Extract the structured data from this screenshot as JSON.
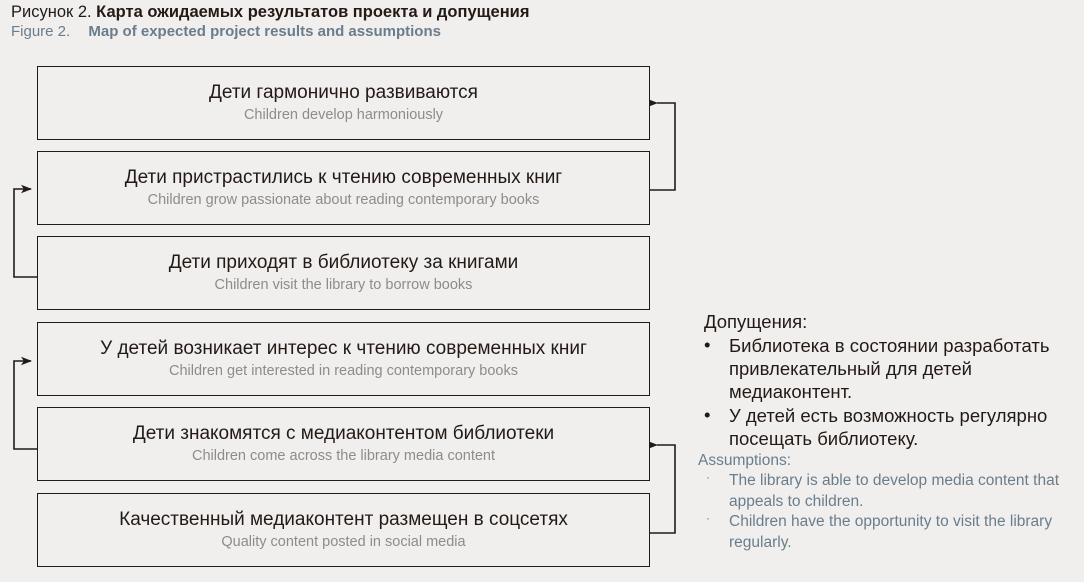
{
  "caption": {
    "ru_label": "Рисунок 2.",
    "ru_title": "Карта ожидаемых результатов проекта и допущения",
    "en_label": "Figure 2.",
    "en_title": "Map of expected project results and assumptions"
  },
  "flow": {
    "nodes": [
      {
        "ru": "Дети гармонично развиваются",
        "en": "Children develop harmoniously"
      },
      {
        "ru": "Дети пристрастились к чтению современных книг",
        "en": "Children grow passionate about reading contemporary books"
      },
      {
        "ru": "Дети приходят в библиотеку за книгами",
        "en": "Children visit the library to borrow books"
      },
      {
        "ru": "У детей возникает интерес к чтению современных книг",
        "en": "Children get interested in reading contemporary books"
      },
      {
        "ru": "Дети знакомятся с медиаконтентом библиотеки",
        "en": "Children come across the library media content"
      },
      {
        "ru": "Качественный медиаконтент размещен в соцсетях",
        "en": "Quality content posted in social media"
      }
    ],
    "connectors": [
      {
        "name": "arrow-node2-to-node1",
        "side": "right",
        "from": 1,
        "to": 0
      },
      {
        "name": "arrow-node3-to-node2",
        "side": "left",
        "from": 2,
        "to": 1
      },
      {
        "name": "arrow-node5-to-node4",
        "side": "left",
        "from": 4,
        "to": 3
      },
      {
        "name": "arrow-node6-to-node5",
        "side": "right",
        "from": 5,
        "to": 4
      }
    ]
  },
  "assumptions": {
    "ru_heading": "Допущения:",
    "ru_bullet_glyph": "•",
    "ru_items": [
      "Библиотека в состоянии разработать привлекательный для детей медиаконтент.",
      "У детей есть возможность регулярно посещать библиотеку."
    ],
    "en_heading": "Assumptions:",
    "en_bullet_glyph": "·",
    "en_items": [
      "The library is able to develop media content that appeals to children.",
      "Children have the opportunity to visit the library regularly."
    ]
  },
  "colors": {
    "background": "#f0efed",
    "ink": "#231a16",
    "en_accent": "#6a7d8c",
    "node_subtitle": "#8c8c8c",
    "border": "#231a16"
  }
}
